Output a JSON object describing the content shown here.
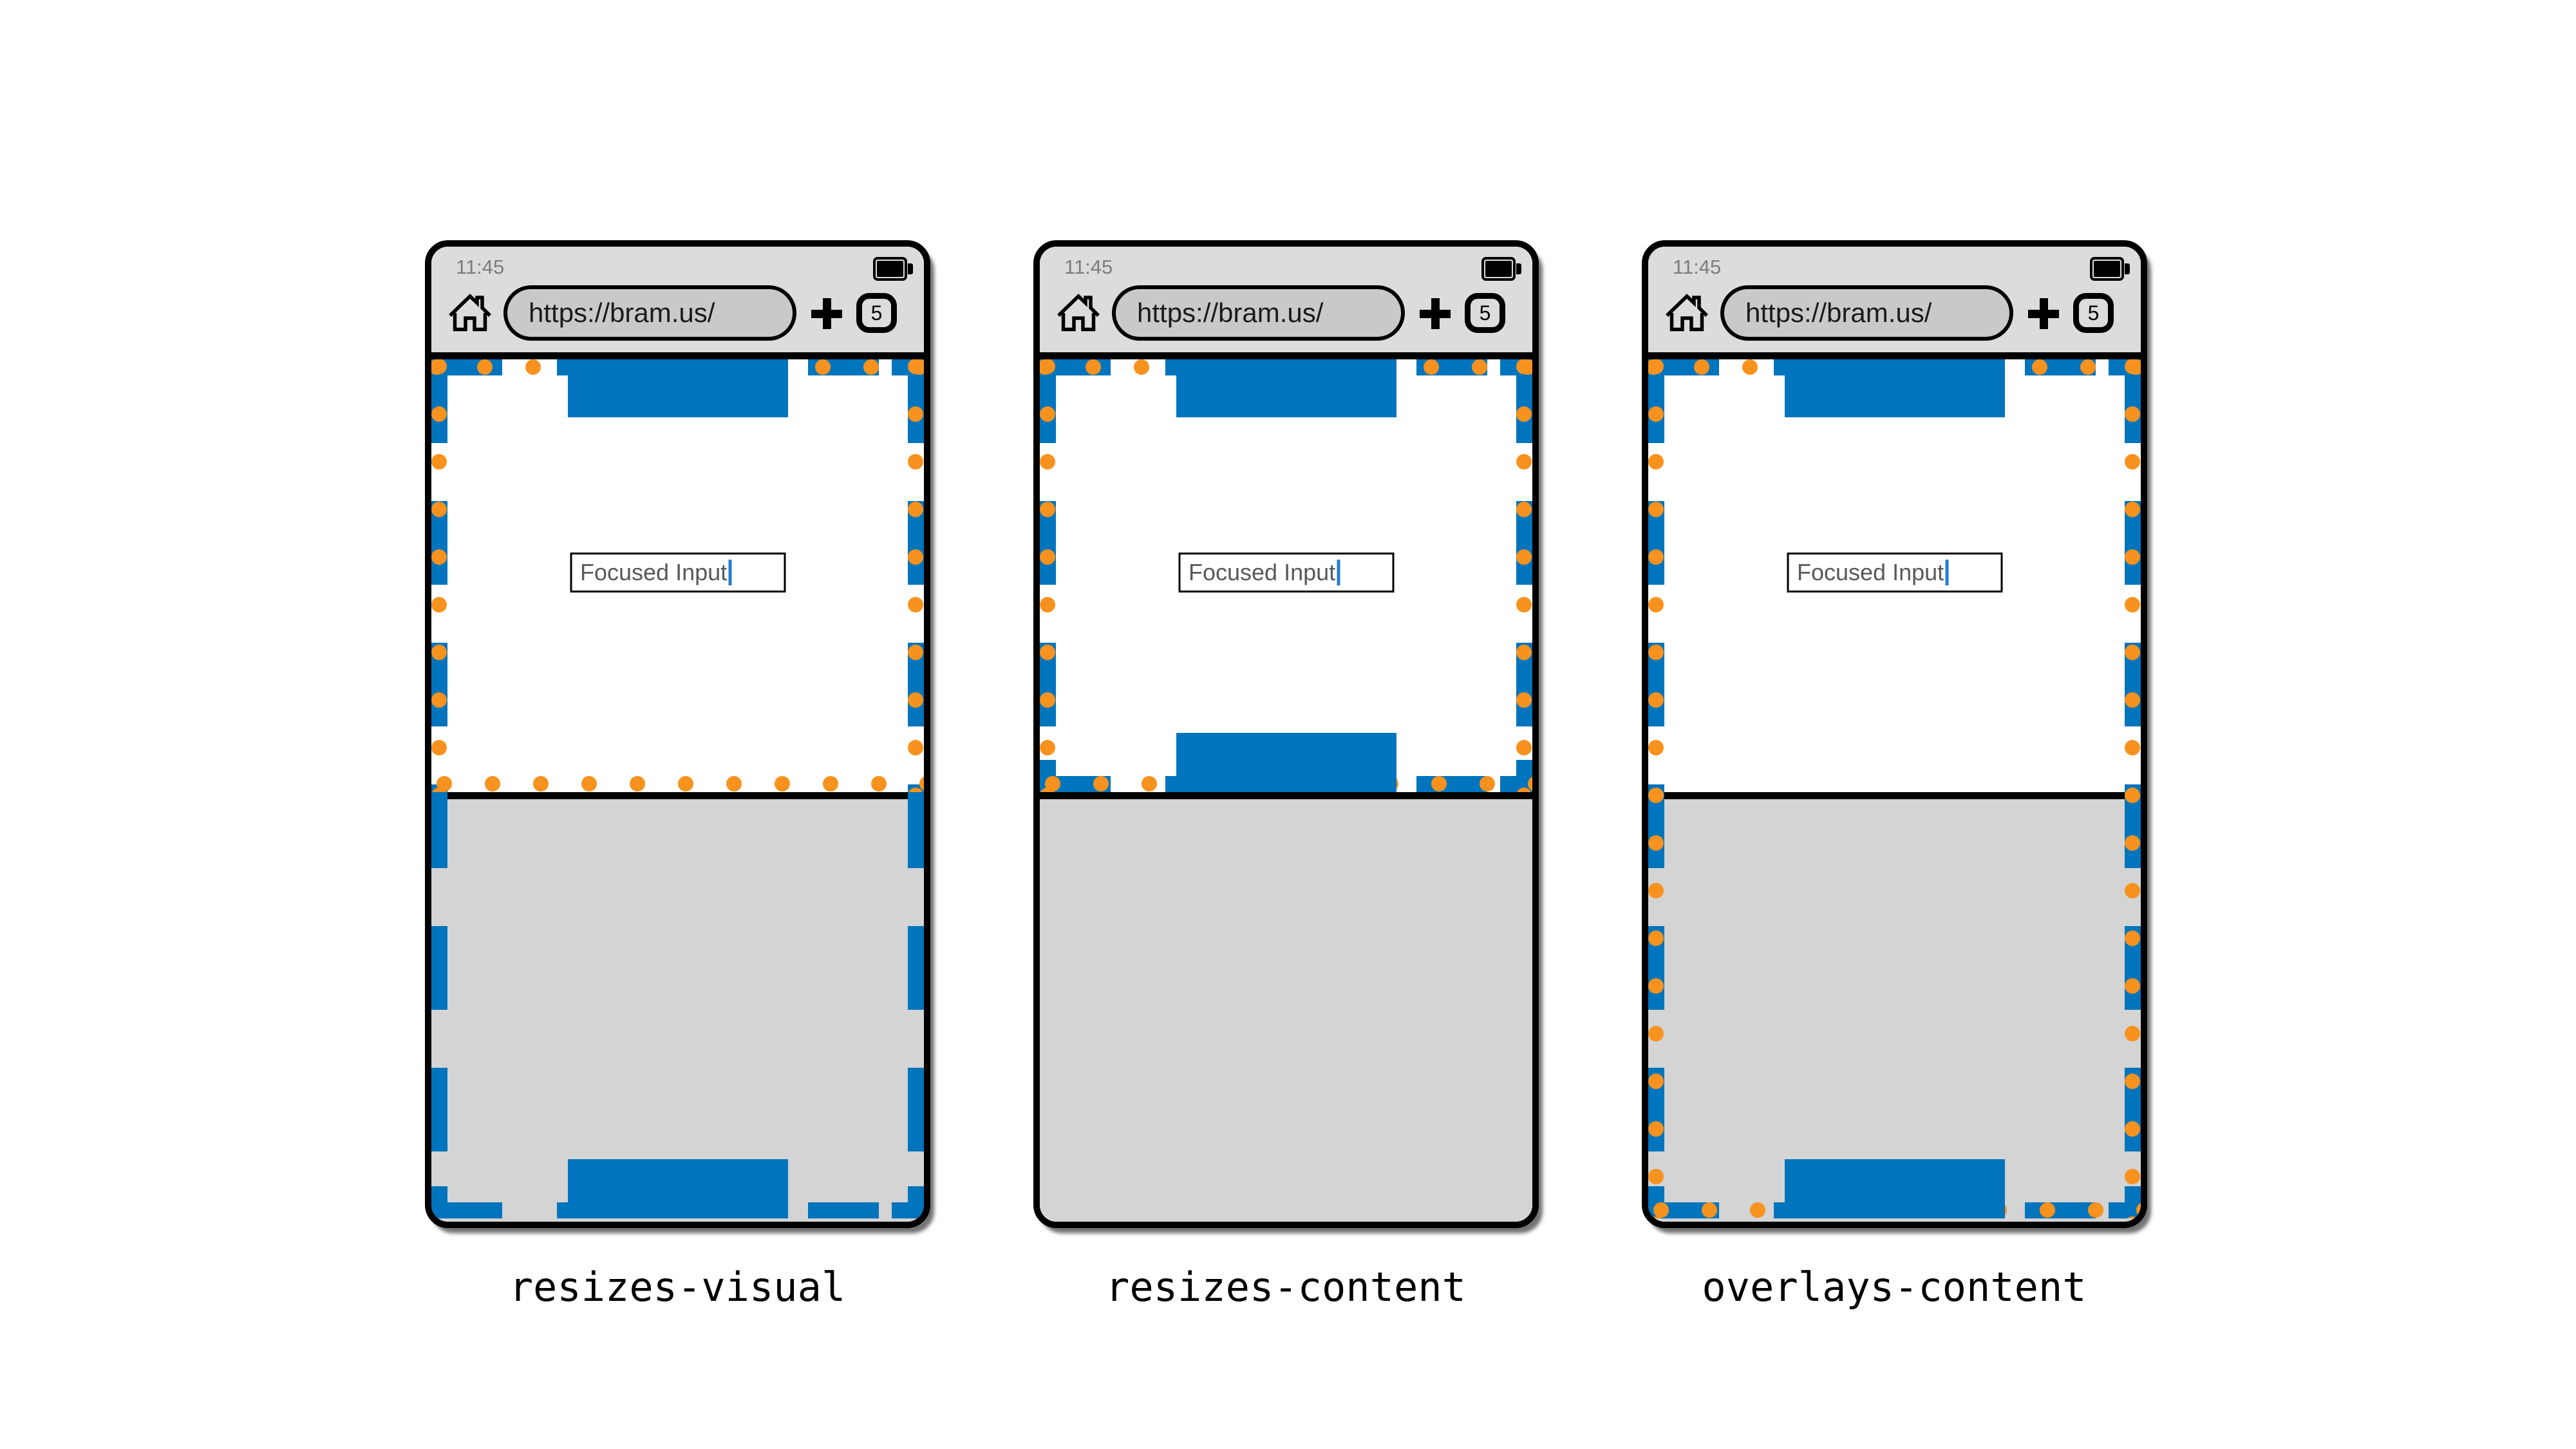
{
  "colors": {
    "layout_viewport_blue": "#0074bc",
    "visual_viewport_orange": "#f7921e",
    "toolbar_gray": "#dcdcdc",
    "keyboard_gray": "#d4d4d4",
    "url_pill_gray": "#c9c9c9",
    "caret_blue": "#1d7fd2"
  },
  "icons": {
    "home": "home-icon",
    "new_tab": "plus-icon",
    "battery": "battery-full-icon"
  },
  "phones": [
    {
      "name": "resizes-visual",
      "label": "resizes-visual",
      "status_bar": {
        "time": "11:45"
      },
      "toolbar": {
        "url": "https://bram.us/",
        "tab_count": "5"
      },
      "page": {
        "input_value": "Focused Input"
      }
    },
    {
      "name": "resizes-content",
      "label": "resizes-content",
      "status_bar": {
        "time": "11:45"
      },
      "toolbar": {
        "url": "https://bram.us/",
        "tab_count": "5"
      },
      "page": {
        "input_value": "Focused Input"
      }
    },
    {
      "name": "overlays-content",
      "label": "overlays-content",
      "status_bar": {
        "time": "11:45"
      },
      "toolbar": {
        "url": "https://bram.us/",
        "tab_count": "5"
      },
      "page": {
        "input_value": "Focused Input"
      }
    }
  ]
}
